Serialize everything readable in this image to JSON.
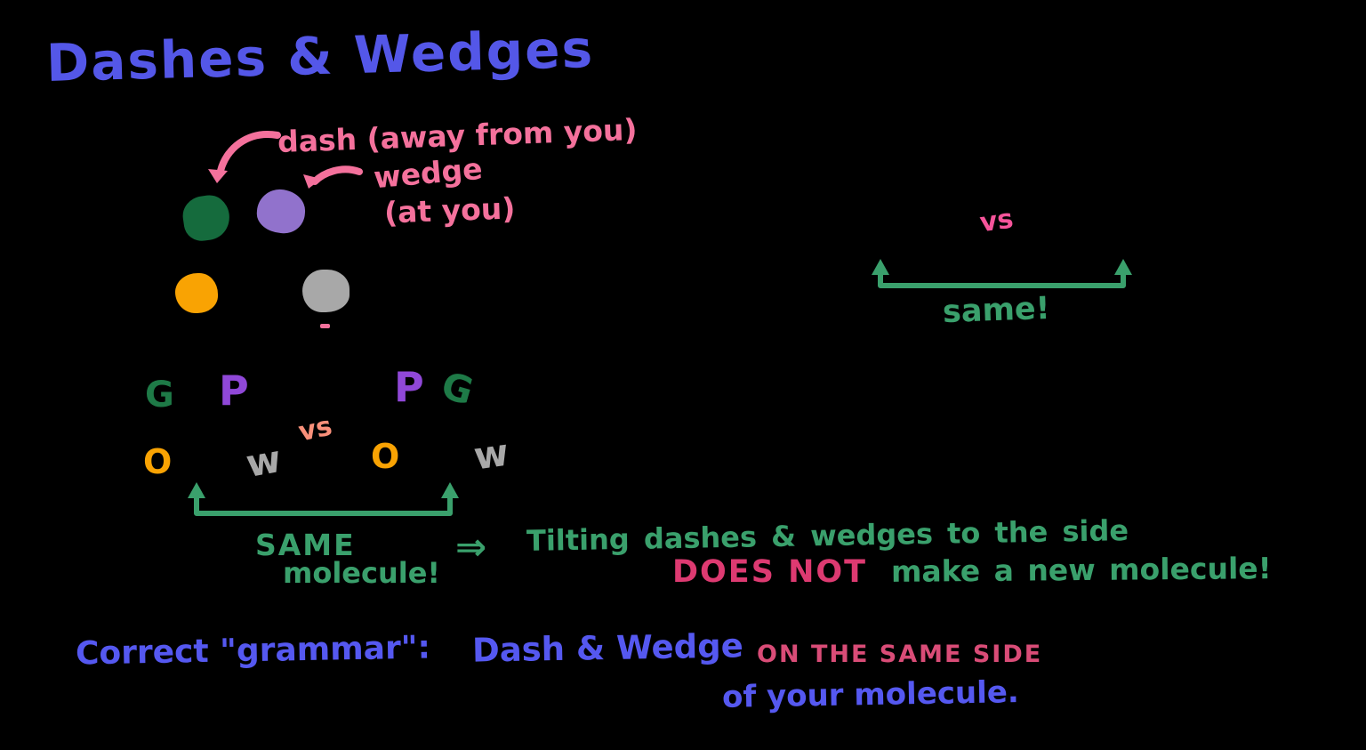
{
  "colors": {
    "bg": "#000000",
    "title-blue": "#5457e8",
    "note-blue": "#5558f0",
    "pink": "#f4719c",
    "hot-pink": "#f6549a",
    "crimson": "#dd3a71",
    "red-pink": "#d94c77",
    "green-text": "#3aa06c",
    "green-letter": "#1e7a47",
    "blob-green": "#156b3d",
    "blob-purple": "#9172cc",
    "purple-letter": "#9048d8",
    "orange": "#f9a303",
    "gray": "#a8a8a8",
    "salmon": "#f9907a"
  },
  "title": "Dashes & Wedges",
  "annotations": {
    "dash": "dash (away from you)",
    "wedge": "wedge",
    "at_you": "(at you)"
  },
  "blob_meanings": {
    "green_blob": "dash substituent (away from you)",
    "purple_blob": "wedge substituent (at you)"
  },
  "left_molecule": {
    "top_left": "G",
    "top_right": "P",
    "bottom_left": "O",
    "bottom_right": "w"
  },
  "vs_left": "vs",
  "right_molecule": {
    "top_left": "P",
    "top_right": "G",
    "bottom_left": "O",
    "bottom_right": "w"
  },
  "same_molecule": {
    "line1": "SAME",
    "line2": "molecule!"
  },
  "implies_arrow": "⇒",
  "tilting_note": {
    "line1": "Tilting dashes & wedges to the side",
    "emphasis": "DOES NOT",
    "line2": "make a new molecule!"
  },
  "right_comparison": {
    "vs": "vs",
    "label": "same!"
  },
  "grammar_note": {
    "part1": "Correct \"grammar\":",
    "part2": "Dash & Wedge",
    "highlight": "ON THE SAME SIDE",
    "line2": "of your molecule."
  }
}
